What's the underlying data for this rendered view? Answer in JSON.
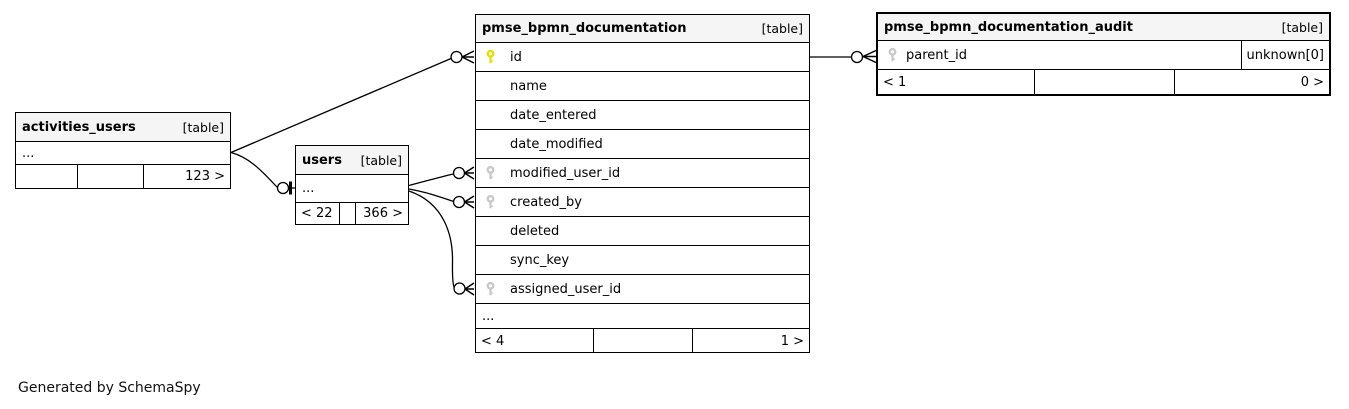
{
  "page": {
    "generator_note": "Generated by SchemaSpy"
  },
  "colors": {
    "header_bg": "#f5f5f5",
    "border": "#000000",
    "primary_key": "#e2e200",
    "foreign_key": "#c9c9c9"
  },
  "tables": {
    "activities_users": {
      "title": "activities_users",
      "type_label": "[table]",
      "ellipsis": "...",
      "stats": {
        "left": "",
        "middle": "",
        "right": "123 >"
      }
    },
    "users": {
      "title": "users",
      "type_label": "[table]",
      "ellipsis": "...",
      "stats": {
        "left": "< 22",
        "middle": "",
        "right": "366 >"
      }
    },
    "pmse_bpmn_documentation": {
      "title": "pmse_bpmn_documentation",
      "type_label": "[table]",
      "columns": [
        {
          "name": "id",
          "key": "primary"
        },
        {
          "name": "name",
          "key": "none"
        },
        {
          "name": "date_entered",
          "key": "none"
        },
        {
          "name": "date_modified",
          "key": "none"
        },
        {
          "name": "modified_user_id",
          "key": "foreign"
        },
        {
          "name": "created_by",
          "key": "foreign"
        },
        {
          "name": "deleted",
          "key": "none"
        },
        {
          "name": "sync_key",
          "key": "none"
        },
        {
          "name": "assigned_user_id",
          "key": "foreign"
        }
      ],
      "ellipsis": "...",
      "stats": {
        "left": "< 4",
        "middle": "",
        "right": "1 >"
      }
    },
    "pmse_bpmn_documentation_audit": {
      "title": "pmse_bpmn_documentation_audit",
      "type_label": "[table]",
      "columns": [
        {
          "name": "parent_id",
          "key": "foreign",
          "note": "unknown[0]"
        }
      ],
      "stats": {
        "left": "< 1",
        "middle": "",
        "right": "0 >"
      }
    }
  },
  "relationships": [
    {
      "from": "activities_users",
      "to": "pmse_bpmn_documentation.id",
      "marker_at_to": "zero-or-many"
    },
    {
      "from": "activities_users",
      "to": "users",
      "marker_at_to": "zero-or-one"
    },
    {
      "from": "users",
      "to": "pmse_bpmn_documentation.modified_user_id",
      "marker_at_to": "zero-or-many"
    },
    {
      "from": "users",
      "to": "pmse_bpmn_documentation.created_by",
      "marker_at_to": "zero-or-many"
    },
    {
      "from": "users",
      "to": "pmse_bpmn_documentation.assigned_user_id",
      "marker_at_to": "zero-or-many"
    },
    {
      "from": "pmse_bpmn_documentation",
      "to": "pmse_bpmn_documentation_audit.parent_id",
      "marker_at_to": "zero-or-many"
    }
  ]
}
